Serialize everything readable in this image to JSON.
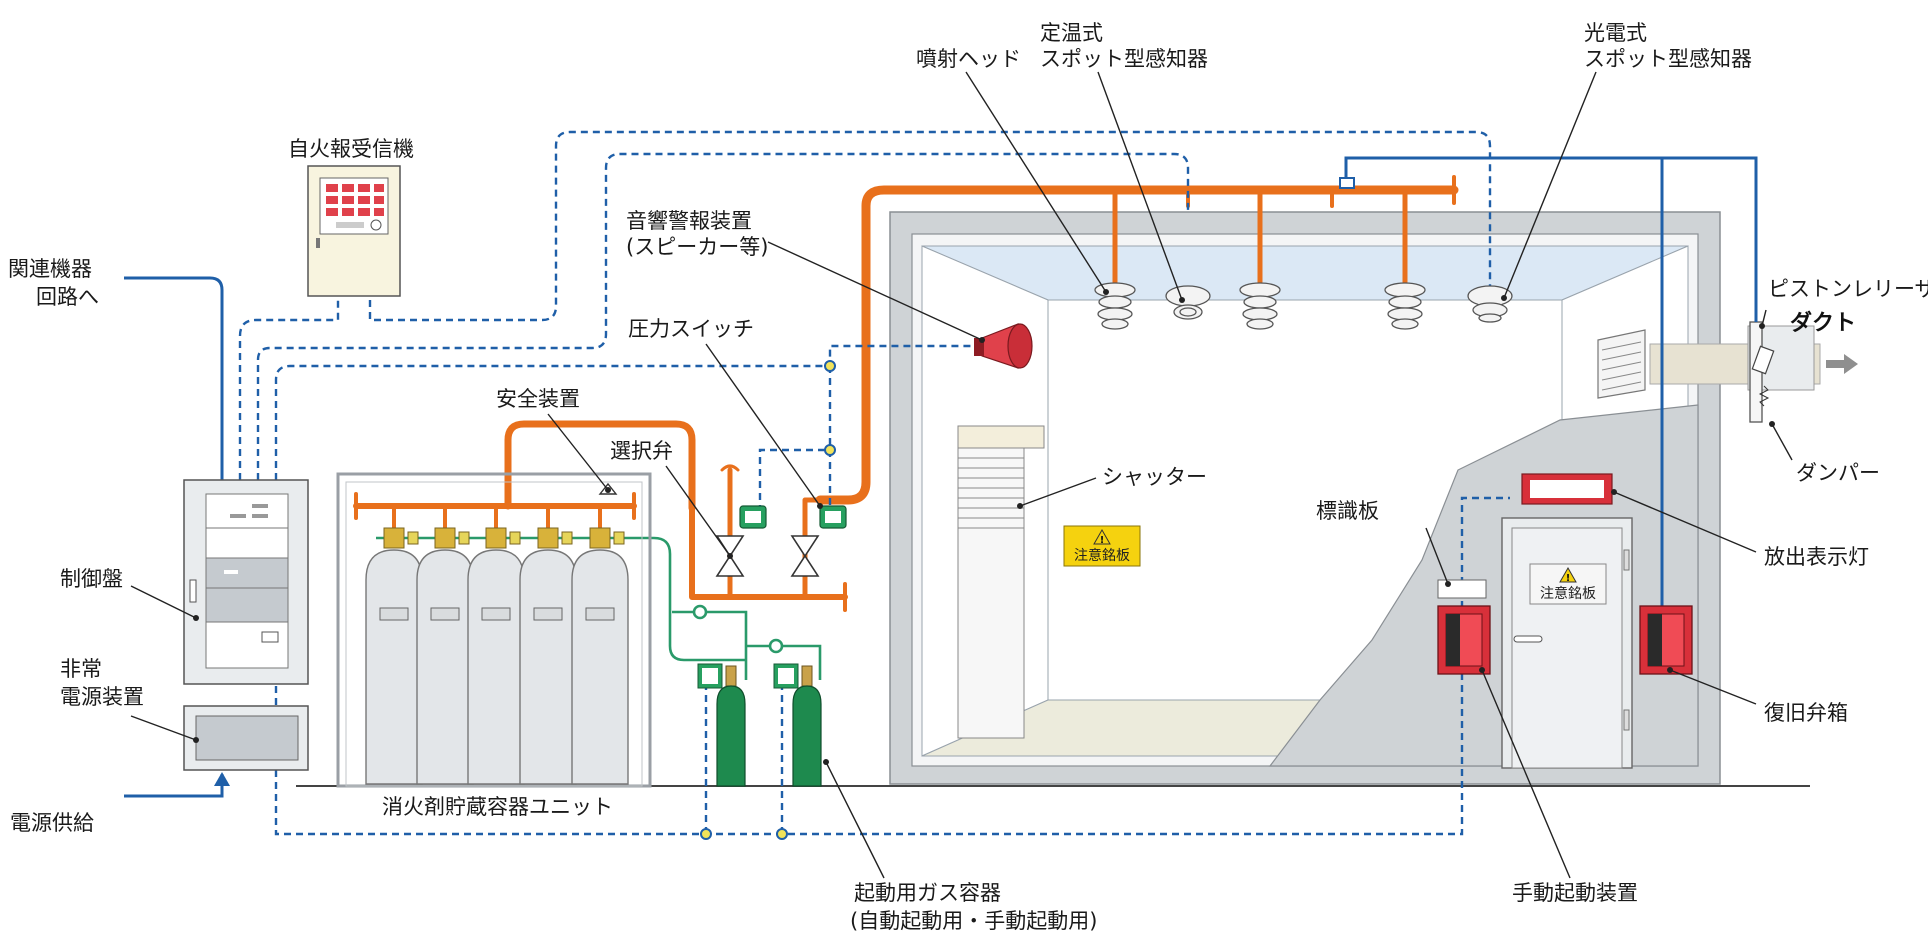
{
  "labels": {
    "related_equipment_l1": "関連機器",
    "related_equipment_l2": "回路へ",
    "fire_receiver": "自火報受信機",
    "control_panel": "制御盤",
    "emergency_power_l1": "非常",
    "emergency_power_l2": "電源装置",
    "power_supply": "電源供給",
    "safety_device": "安全装置",
    "selector_valve": "選択弁",
    "storage_unit": "消火剤貯蔵容器ユニット",
    "pressure_switch": "圧力スイッチ",
    "alarm_speaker_l1": "音響警報装置",
    "alarm_speaker_l2": "(スピーカー等)",
    "spray_head": "噴射ヘッド",
    "fixed_temp_l1": "定温式",
    "fixed_temp_l2": "スポット型感知器",
    "photo_l1": "光電式",
    "photo_l2": "スポット型感知器",
    "piston_releaser": "ピストンレリーザ",
    "duct": "ダクト",
    "damper": "ダンパー",
    "shutter": "シャッター",
    "sign_board": "標識板",
    "discharge_lamp": "放出表示灯",
    "caution_plate_1": "注意銘板",
    "caution_plate_2": "注意銘板",
    "reset_valve_box": "復旧弁箱",
    "manual_start": "手動起動装置",
    "start_gas_l1": "起動用ガス容器",
    "start_gas_l2": "(自動起動用・手動起動用)"
  },
  "colors": {
    "orange_pipe": "#e8701c",
    "blue_line": "#1f5fa8",
    "green_line": "#2a9a6a",
    "room_gray": "#cfd3d6",
    "cylinder_gray": "#e3e6e9",
    "start_gas_green": "#1e8a4e",
    "manual_red": "#d8303a",
    "caution_yellow": "#f5d20f"
  },
  "icons": [
    "warning-icon",
    "arrow-right-icon",
    "arrow-up-icon"
  ]
}
